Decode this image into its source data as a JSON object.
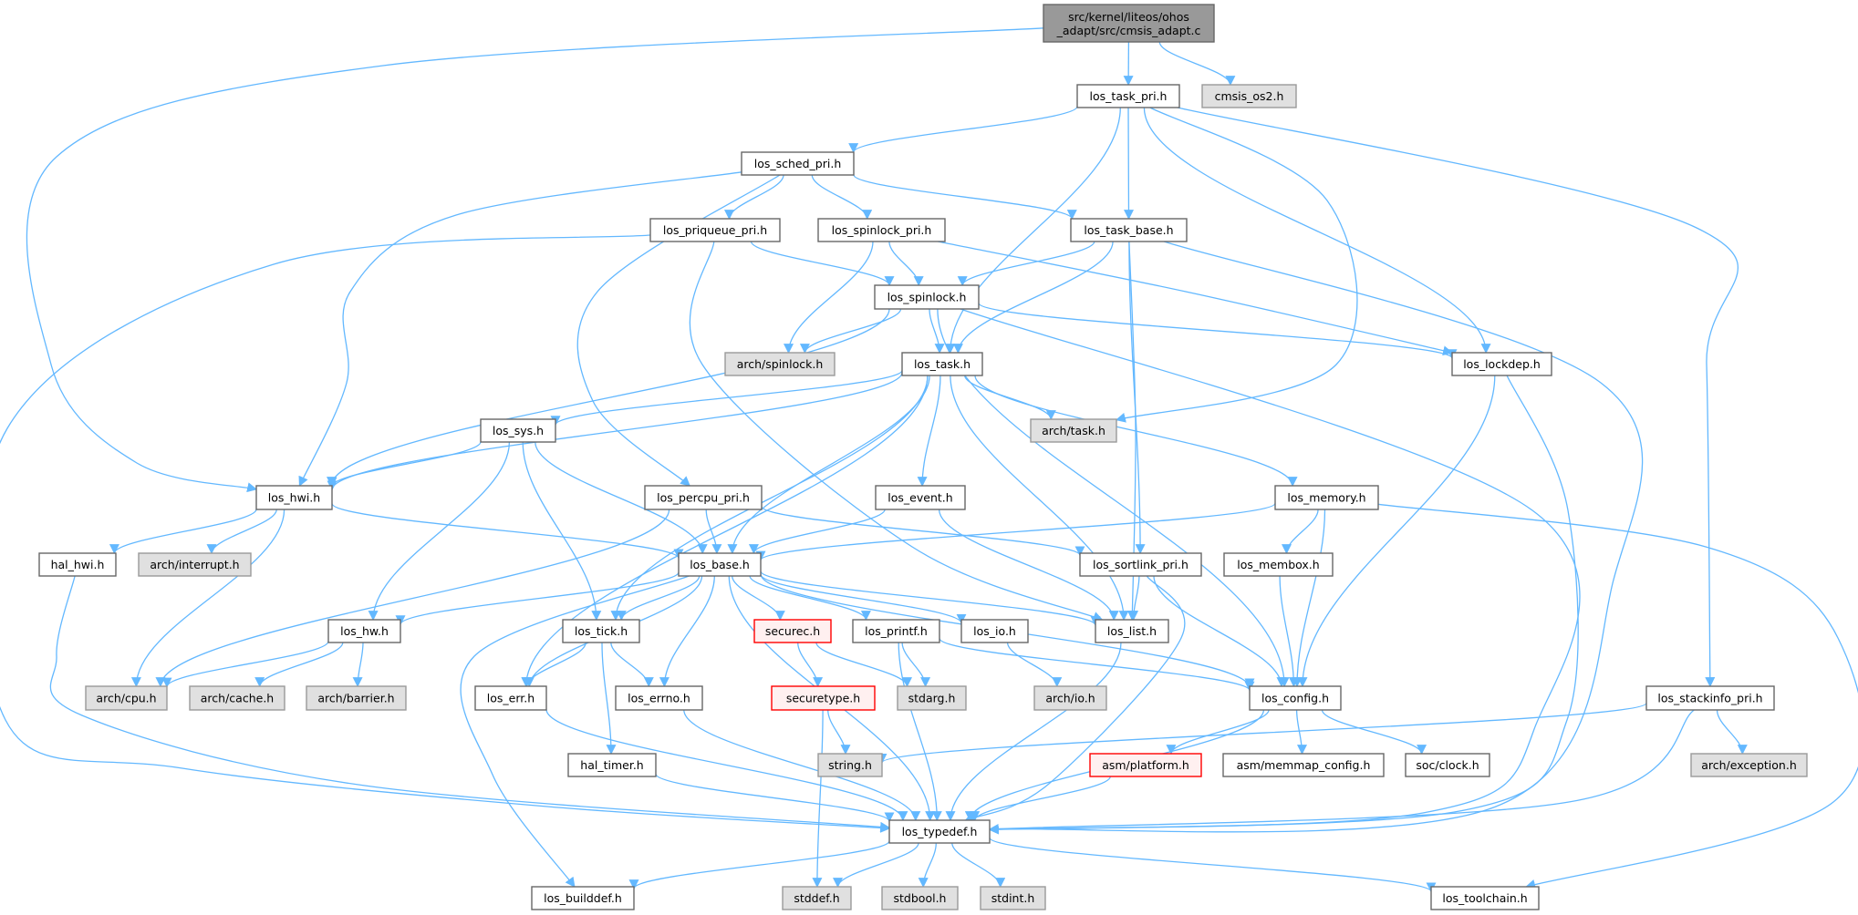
{
  "graph": {
    "title": "Include dependency graph for cmsis_adapt.c",
    "colors": {
      "edge": "#63b8ff",
      "node_border": "#666666",
      "external_fill": "#e0e0e0",
      "root_fill": "#999999",
      "red_border": "#ff0000",
      "red_fill": "#fff0f0"
    },
    "nodes": [
      {
        "id": "root",
        "label": "src/kernel/liteos/ohos\n_adapt/src/cmsis_adapt.c",
        "kind": "root"
      },
      {
        "id": "task_pri",
        "label": "los_task_pri.h",
        "kind": "normal"
      },
      {
        "id": "cmsis_os2",
        "label": "cmsis_os2.h",
        "kind": "external"
      },
      {
        "id": "sched_pri",
        "label": "los_sched_pri.h",
        "kind": "normal"
      },
      {
        "id": "priqueue",
        "label": "los_priqueue_pri.h",
        "kind": "normal"
      },
      {
        "id": "spinlock_pri",
        "label": "los_spinlock_pri.h",
        "kind": "normal"
      },
      {
        "id": "task_base",
        "label": "los_task_base.h",
        "kind": "normal"
      },
      {
        "id": "spinlock",
        "label": "los_spinlock.h",
        "kind": "normal"
      },
      {
        "id": "arch_spinlock",
        "label": "arch/spinlock.h",
        "kind": "external"
      },
      {
        "id": "task",
        "label": "los_task.h",
        "kind": "normal"
      },
      {
        "id": "lockdep",
        "label": "los_lockdep.h",
        "kind": "normal"
      },
      {
        "id": "arch_task",
        "label": "arch/task.h",
        "kind": "external"
      },
      {
        "id": "sys",
        "label": "los_sys.h",
        "kind": "normal"
      },
      {
        "id": "hwi",
        "label": "los_hwi.h",
        "kind": "normal"
      },
      {
        "id": "hal_hwi",
        "label": "hal_hwi.h",
        "kind": "normal"
      },
      {
        "id": "arch_interrupt",
        "label": "arch/interrupt.h",
        "kind": "external"
      },
      {
        "id": "percpu",
        "label": "los_percpu_pri.h",
        "kind": "normal"
      },
      {
        "id": "event",
        "label": "los_event.h",
        "kind": "normal"
      },
      {
        "id": "memory",
        "label": "los_memory.h",
        "kind": "normal"
      },
      {
        "id": "base",
        "label": "los_base.h",
        "kind": "normal"
      },
      {
        "id": "sortlink",
        "label": "los_sortlink_pri.h",
        "kind": "normal"
      },
      {
        "id": "membox",
        "label": "los_membox.h",
        "kind": "normal"
      },
      {
        "id": "hw",
        "label": "los_hw.h",
        "kind": "normal"
      },
      {
        "id": "tick",
        "label": "los_tick.h",
        "kind": "normal"
      },
      {
        "id": "securec",
        "label": "securec.h",
        "kind": "red"
      },
      {
        "id": "printf",
        "label": "los_printf.h",
        "kind": "normal"
      },
      {
        "id": "io",
        "label": "los_io.h",
        "kind": "normal"
      },
      {
        "id": "list",
        "label": "los_list.h",
        "kind": "normal"
      },
      {
        "id": "arch_cpu",
        "label": "arch/cpu.h",
        "kind": "external"
      },
      {
        "id": "arch_cache",
        "label": "arch/cache.h",
        "kind": "external"
      },
      {
        "id": "arch_barrier",
        "label": "arch/barrier.h",
        "kind": "external"
      },
      {
        "id": "err",
        "label": "los_err.h",
        "kind": "normal"
      },
      {
        "id": "errno",
        "label": "los_errno.h",
        "kind": "normal"
      },
      {
        "id": "securetype",
        "label": "securetype.h",
        "kind": "red"
      },
      {
        "id": "stdarg",
        "label": "stdarg.h",
        "kind": "external"
      },
      {
        "id": "arch_io",
        "label": "arch/io.h",
        "kind": "external"
      },
      {
        "id": "config",
        "label": "los_config.h",
        "kind": "normal"
      },
      {
        "id": "stackinfo",
        "label": "los_stackinfo_pri.h",
        "kind": "normal"
      },
      {
        "id": "hal_timer",
        "label": "hal_timer.h",
        "kind": "normal"
      },
      {
        "id": "string",
        "label": "string.h",
        "kind": "external"
      },
      {
        "id": "asm_platform",
        "label": "asm/platform.h",
        "kind": "red"
      },
      {
        "id": "memmap",
        "label": "asm/memmap_config.h",
        "kind": "normal"
      },
      {
        "id": "soc_clock",
        "label": "soc/clock.h",
        "kind": "normal"
      },
      {
        "id": "arch_exception",
        "label": "arch/exception.h",
        "kind": "external"
      },
      {
        "id": "typedef",
        "label": "los_typedef.h",
        "kind": "normal"
      },
      {
        "id": "builddef",
        "label": "los_builddef.h",
        "kind": "normal"
      },
      {
        "id": "stddef",
        "label": "stddef.h",
        "kind": "external"
      },
      {
        "id": "stdbool",
        "label": "stdbool.h",
        "kind": "external"
      },
      {
        "id": "stdint",
        "label": "stdint.h",
        "kind": "external"
      },
      {
        "id": "toolchain",
        "label": "los_toolchain.h",
        "kind": "normal"
      }
    ],
    "edges": [
      [
        "root",
        "task_pri"
      ],
      [
        "root",
        "cmsis_os2"
      ],
      [
        "root",
        "hwi"
      ],
      [
        "task_pri",
        "sched_pri"
      ],
      [
        "task_pri",
        "task"
      ],
      [
        "task_pri",
        "task_base"
      ],
      [
        "task_pri",
        "arch_task"
      ],
      [
        "task_pri",
        "lockdep"
      ],
      [
        "task_pri",
        "stackinfo"
      ],
      [
        "sched_pri",
        "priqueue"
      ],
      [
        "sched_pri",
        "spinlock_pri"
      ],
      [
        "sched_pri",
        "task_base"
      ],
      [
        "sched_pri",
        "hwi"
      ],
      [
        "sched_pri",
        "percpu"
      ],
      [
        "priqueue",
        "spinlock"
      ],
      [
        "priqueue",
        "list"
      ],
      [
        "priqueue",
        "typedef"
      ],
      [
        "spinlock_pri",
        "spinlock"
      ],
      [
        "spinlock_pri",
        "arch_spinlock"
      ],
      [
        "spinlock_pri",
        "lockdep"
      ],
      [
        "task_base",
        "spinlock"
      ],
      [
        "task_base",
        "task"
      ],
      [
        "task_base",
        "list"
      ],
      [
        "task_base",
        "sortlink"
      ],
      [
        "task_base",
        "typedef"
      ],
      [
        "spinlock",
        "arch_spinlock"
      ],
      [
        "spinlock",
        "task"
      ],
      [
        "spinlock",
        "lockdep"
      ],
      [
        "spinlock",
        "hwi"
      ],
      [
        "spinlock",
        "config"
      ],
      [
        "spinlock",
        "typedef"
      ],
      [
        "task",
        "arch_task"
      ],
      [
        "task",
        "sys"
      ],
      [
        "task",
        "hwi"
      ],
      [
        "task",
        "err"
      ],
      [
        "task",
        "tick"
      ],
      [
        "task",
        "base"
      ],
      [
        "task",
        "event"
      ],
      [
        "task",
        "list"
      ],
      [
        "task",
        "memory"
      ],
      [
        "lockdep",
        "config"
      ],
      [
        "lockdep",
        "typedef"
      ],
      [
        "sys",
        "hwi"
      ],
      [
        "sys",
        "hw"
      ],
      [
        "sys",
        "tick"
      ],
      [
        "sys",
        "base"
      ],
      [
        "hwi",
        "hal_hwi"
      ],
      [
        "hwi",
        "arch_interrupt"
      ],
      [
        "hwi",
        "arch_cpu"
      ],
      [
        "hwi",
        "base"
      ],
      [
        "hal_hwi",
        "typedef"
      ],
      [
        "percpu",
        "base"
      ],
      [
        "percpu",
        "arch_cpu"
      ],
      [
        "percpu",
        "sortlink"
      ],
      [
        "event",
        "base"
      ],
      [
        "event",
        "list"
      ],
      [
        "memory",
        "base"
      ],
      [
        "memory",
        "membox"
      ],
      [
        "memory",
        "config"
      ],
      [
        "memory",
        "toolchain"
      ],
      [
        "sortlink",
        "list"
      ],
      [
        "sortlink",
        "config"
      ],
      [
        "sortlink",
        "typedef"
      ],
      [
        "membox",
        "config"
      ],
      [
        "base",
        "hw"
      ],
      [
        "base",
        "tick"
      ],
      [
        "base",
        "err"
      ],
      [
        "base",
        "errno"
      ],
      [
        "base",
        "securec"
      ],
      [
        "base",
        "printf"
      ],
      [
        "base",
        "io"
      ],
      [
        "base",
        "list"
      ],
      [
        "base",
        "config"
      ],
      [
        "base",
        "typedef"
      ],
      [
        "base",
        "builddef"
      ],
      [
        "hw",
        "arch_cpu"
      ],
      [
        "hw",
        "arch_cache"
      ],
      [
        "hw",
        "arch_barrier"
      ],
      [
        "tick",
        "err"
      ],
      [
        "tick",
        "errno"
      ],
      [
        "tick",
        "hal_timer"
      ],
      [
        "securec",
        "securetype"
      ],
      [
        "securec",
        "stdarg"
      ],
      [
        "printf",
        "stdarg"
      ],
      [
        "printf",
        "config"
      ],
      [
        "printf",
        "typedef"
      ],
      [
        "io",
        "arch_io"
      ],
      [
        "list",
        "typedef"
      ],
      [
        "securetype",
        "string"
      ],
      [
        "securetype",
        "stddef"
      ],
      [
        "err",
        "typedef"
      ],
      [
        "errno",
        "typedef"
      ],
      [
        "hal_timer",
        "typedef"
      ],
      [
        "config",
        "asm_platform"
      ],
      [
        "config",
        "memmap"
      ],
      [
        "config",
        "soc_clock"
      ],
      [
        "config",
        "typedef"
      ],
      [
        "stackinfo",
        "string"
      ],
      [
        "stackinfo",
        "arch_exception"
      ],
      [
        "stackinfo",
        "typedef"
      ],
      [
        "asm_platform",
        "typedef"
      ],
      [
        "typedef",
        "builddef"
      ],
      [
        "typedef",
        "stddef"
      ],
      [
        "typedef",
        "stdbool"
      ],
      [
        "typedef",
        "stdint"
      ],
      [
        "typedef",
        "toolchain"
      ]
    ]
  }
}
